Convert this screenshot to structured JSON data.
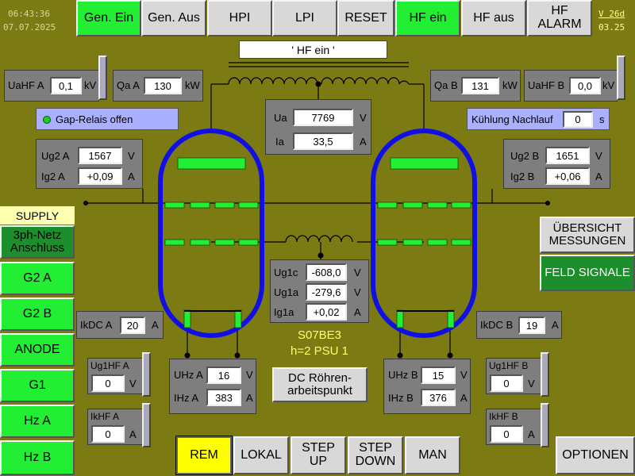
{
  "clock": {
    "time": "06:43:36",
    "date": "07.07.2025"
  },
  "version": {
    "label": "V 26d",
    "sub": "03.25"
  },
  "top_buttons": {
    "gen_ein": "Gen. Ein",
    "gen_aus": "Gen. Aus",
    "hpi": "HPI",
    "lpi": "LPI",
    "reset": "RESET",
    "hf_ein": "HF ein",
    "hf_aus": "HF aus",
    "hf_alarm": "HF ALARM"
  },
  "status_text": "' HF ein '",
  "uahf_a": {
    "label": "UaHF A",
    "value": "0,1",
    "unit": "kV"
  },
  "qa_a": {
    "label": "Qa A",
    "value": "130",
    "unit": "kW"
  },
  "qa_b": {
    "label": "Qa B",
    "value": "131",
    "unit": "kW"
  },
  "uahf_b": {
    "label": "UaHF B",
    "value": "0,0",
    "unit": "kV"
  },
  "gap_relais": "Gap-Relais offen",
  "kuehlung": {
    "label": "Kühlung Nachlauf",
    "value": "0",
    "unit": "s"
  },
  "center": {
    "ua_label": "Ua",
    "ua_value": "7769",
    "ua_unit": "V",
    "ia_label": "Ia",
    "ia_value": "33,5",
    "ia_unit": "A"
  },
  "screen_a": {
    "ug2_label": "Ug2 A",
    "ug2_value": "1567",
    "ug2_unit": "V",
    "ig2_label": "Ig2 A",
    "ig2_value": "+0,09",
    "ig2_unit": "A"
  },
  "screen_b": {
    "ug2_label": "Ug2 B",
    "ug2_value": "1651",
    "ug2_unit": "V",
    "ig2_label": "Ig2 B",
    "ig2_value": "+0,06",
    "ig2_unit": "A"
  },
  "grid": {
    "ug1c_label": "Ug1c",
    "ug1c_value": "-608,0",
    "ug1a_label": "Ug1a",
    "ug1a_value": "-279,6",
    "ig1a_label": "Ig1a",
    "ig1a_value": "+0,02",
    "v_unit": "V",
    "a_unit": "A"
  },
  "ikdc_a": {
    "label": "IkDC A",
    "value": "20",
    "unit": "A"
  },
  "ikdc_b": {
    "label": "IkDC B",
    "value": "19",
    "unit": "A"
  },
  "tube_id": {
    "line1": "S07BE3",
    "line2": "h=2 PSU 1"
  },
  "dc_button": "DC Röhren- arbeitspunkt",
  "heater_a": {
    "uhz_label": "UHz A",
    "uhz_value": "16",
    "uhz_unit": "V",
    "ihz_label": "IHz A",
    "ihz_value": "383",
    "ihz_unit": "A"
  },
  "heater_b": {
    "uhz_label": "UHz B",
    "uhz_value": "15",
    "uhz_unit": "V",
    "ihz_label": "IHz B",
    "ihz_value": "376",
    "ihz_unit": "A"
  },
  "ug1hf_a": {
    "label": "Ug1HF A",
    "value": "0",
    "unit": "V"
  },
  "ug1hf_b": {
    "label": "Ug1HF B",
    "value": "0",
    "unit": "V"
  },
  "ikhf_a": {
    "label": "IkHF A",
    "value": "0",
    "unit": "A"
  },
  "ikhf_b": {
    "label": "IkHF B",
    "value": "0",
    "unit": "A"
  },
  "supply": {
    "title": "SUPPLY",
    "netz": "3ph-Netz Anschluss",
    "items": [
      "G2 A",
      "G2 B",
      "ANODE",
      "G1",
      "Hz A",
      "Hz B"
    ]
  },
  "right_buttons": {
    "uebersicht": "ÜBERSICHT MESSUNGEN",
    "feld": "FELD SIGNALE"
  },
  "bottom_buttons": {
    "rem": "REM",
    "lokal": "LOKAL",
    "step_up": "STEP UP",
    "step_down": "STEP DOWN",
    "man": "MAN",
    "optionen": "OPTIONEN"
  },
  "colors": {
    "background": "#7c7a12",
    "tube_outline": "#1010e6",
    "electrode": "#22ee33",
    "button_green": "#22ee33",
    "button_gray": "#d8d8d8",
    "rem_yellow": "#ffff00",
    "indicator": "#22cc22",
    "label_lavender": "#aab0ff"
  }
}
